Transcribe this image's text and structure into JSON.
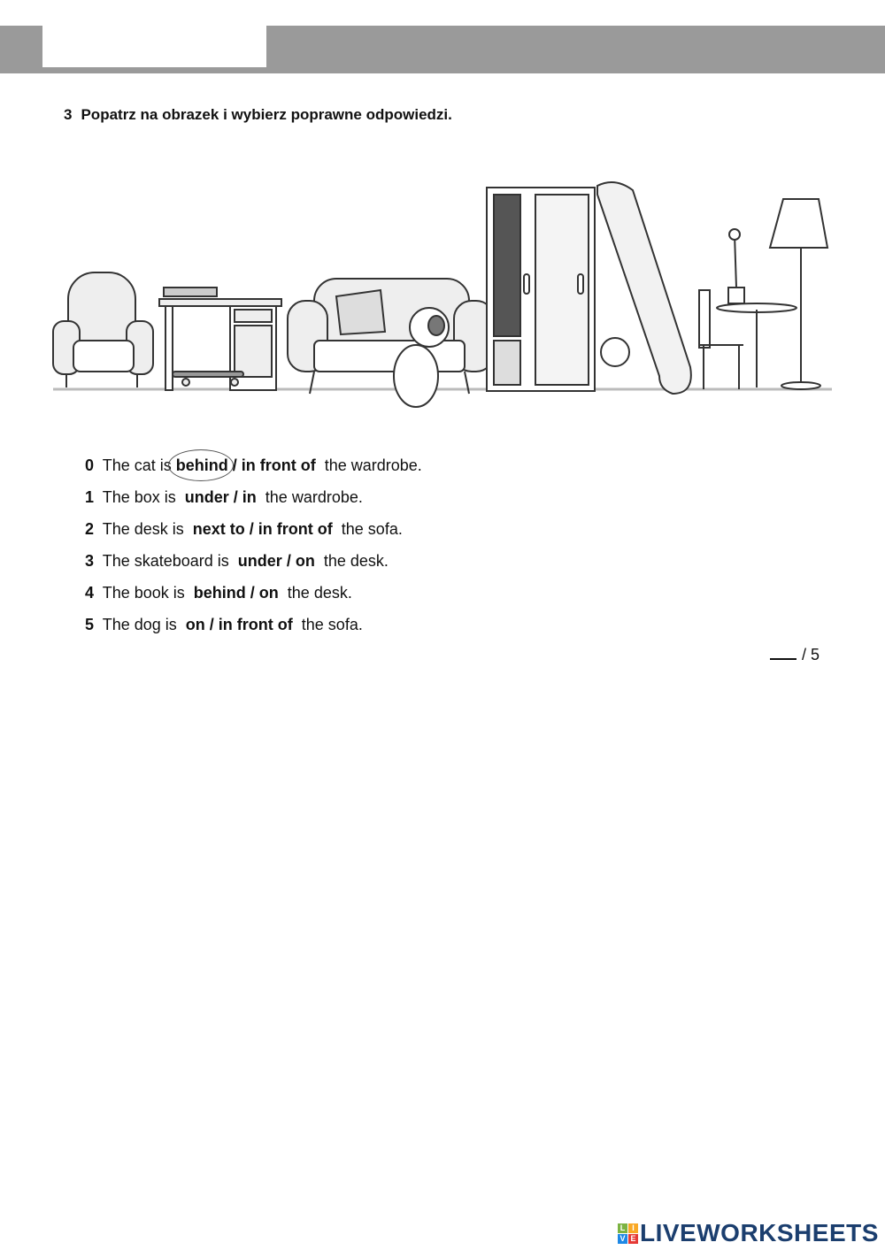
{
  "exercise": {
    "number": "3",
    "instruction": "Popatrz na obrazek i wybierz poprawne odpowiedzi."
  },
  "items": [
    {
      "num": "0",
      "before": "The cat is ",
      "option_a": "behind",
      "separator": " / ",
      "option_b": "in front of",
      "after": "  the wardrobe.",
      "circled": "behind"
    },
    {
      "num": "1",
      "before": "The box is ",
      "option_a": "under",
      "separator": " / ",
      "option_b": "in",
      "after": "  the wardrobe."
    },
    {
      "num": "2",
      "before": "The desk is ",
      "option_a": "next to",
      "separator": " / ",
      "option_b": "in front of",
      "after": "  the sofa."
    },
    {
      "num": "3",
      "before": "The skateboard is ",
      "option_a": "under",
      "separator": " / ",
      "option_b": "on",
      "after": "  the desk."
    },
    {
      "num": "4",
      "before": "The book is ",
      "option_a": "behind",
      "separator": " / ",
      "option_b": "on",
      "after": "  the desk."
    },
    {
      "num": "5",
      "before": "The dog is ",
      "option_a": "on",
      "separator": " / ",
      "option_b": "in front of",
      "after": "  the sofa."
    }
  ],
  "score": {
    "total": "/ 5"
  },
  "logo": {
    "text": "LIVEWORKSHEETS",
    "letters": [
      "L",
      "I",
      "V",
      "E"
    ],
    "colors": [
      "#7cb342",
      "#f9a825",
      "#1e88e5",
      "#e53935"
    ]
  }
}
